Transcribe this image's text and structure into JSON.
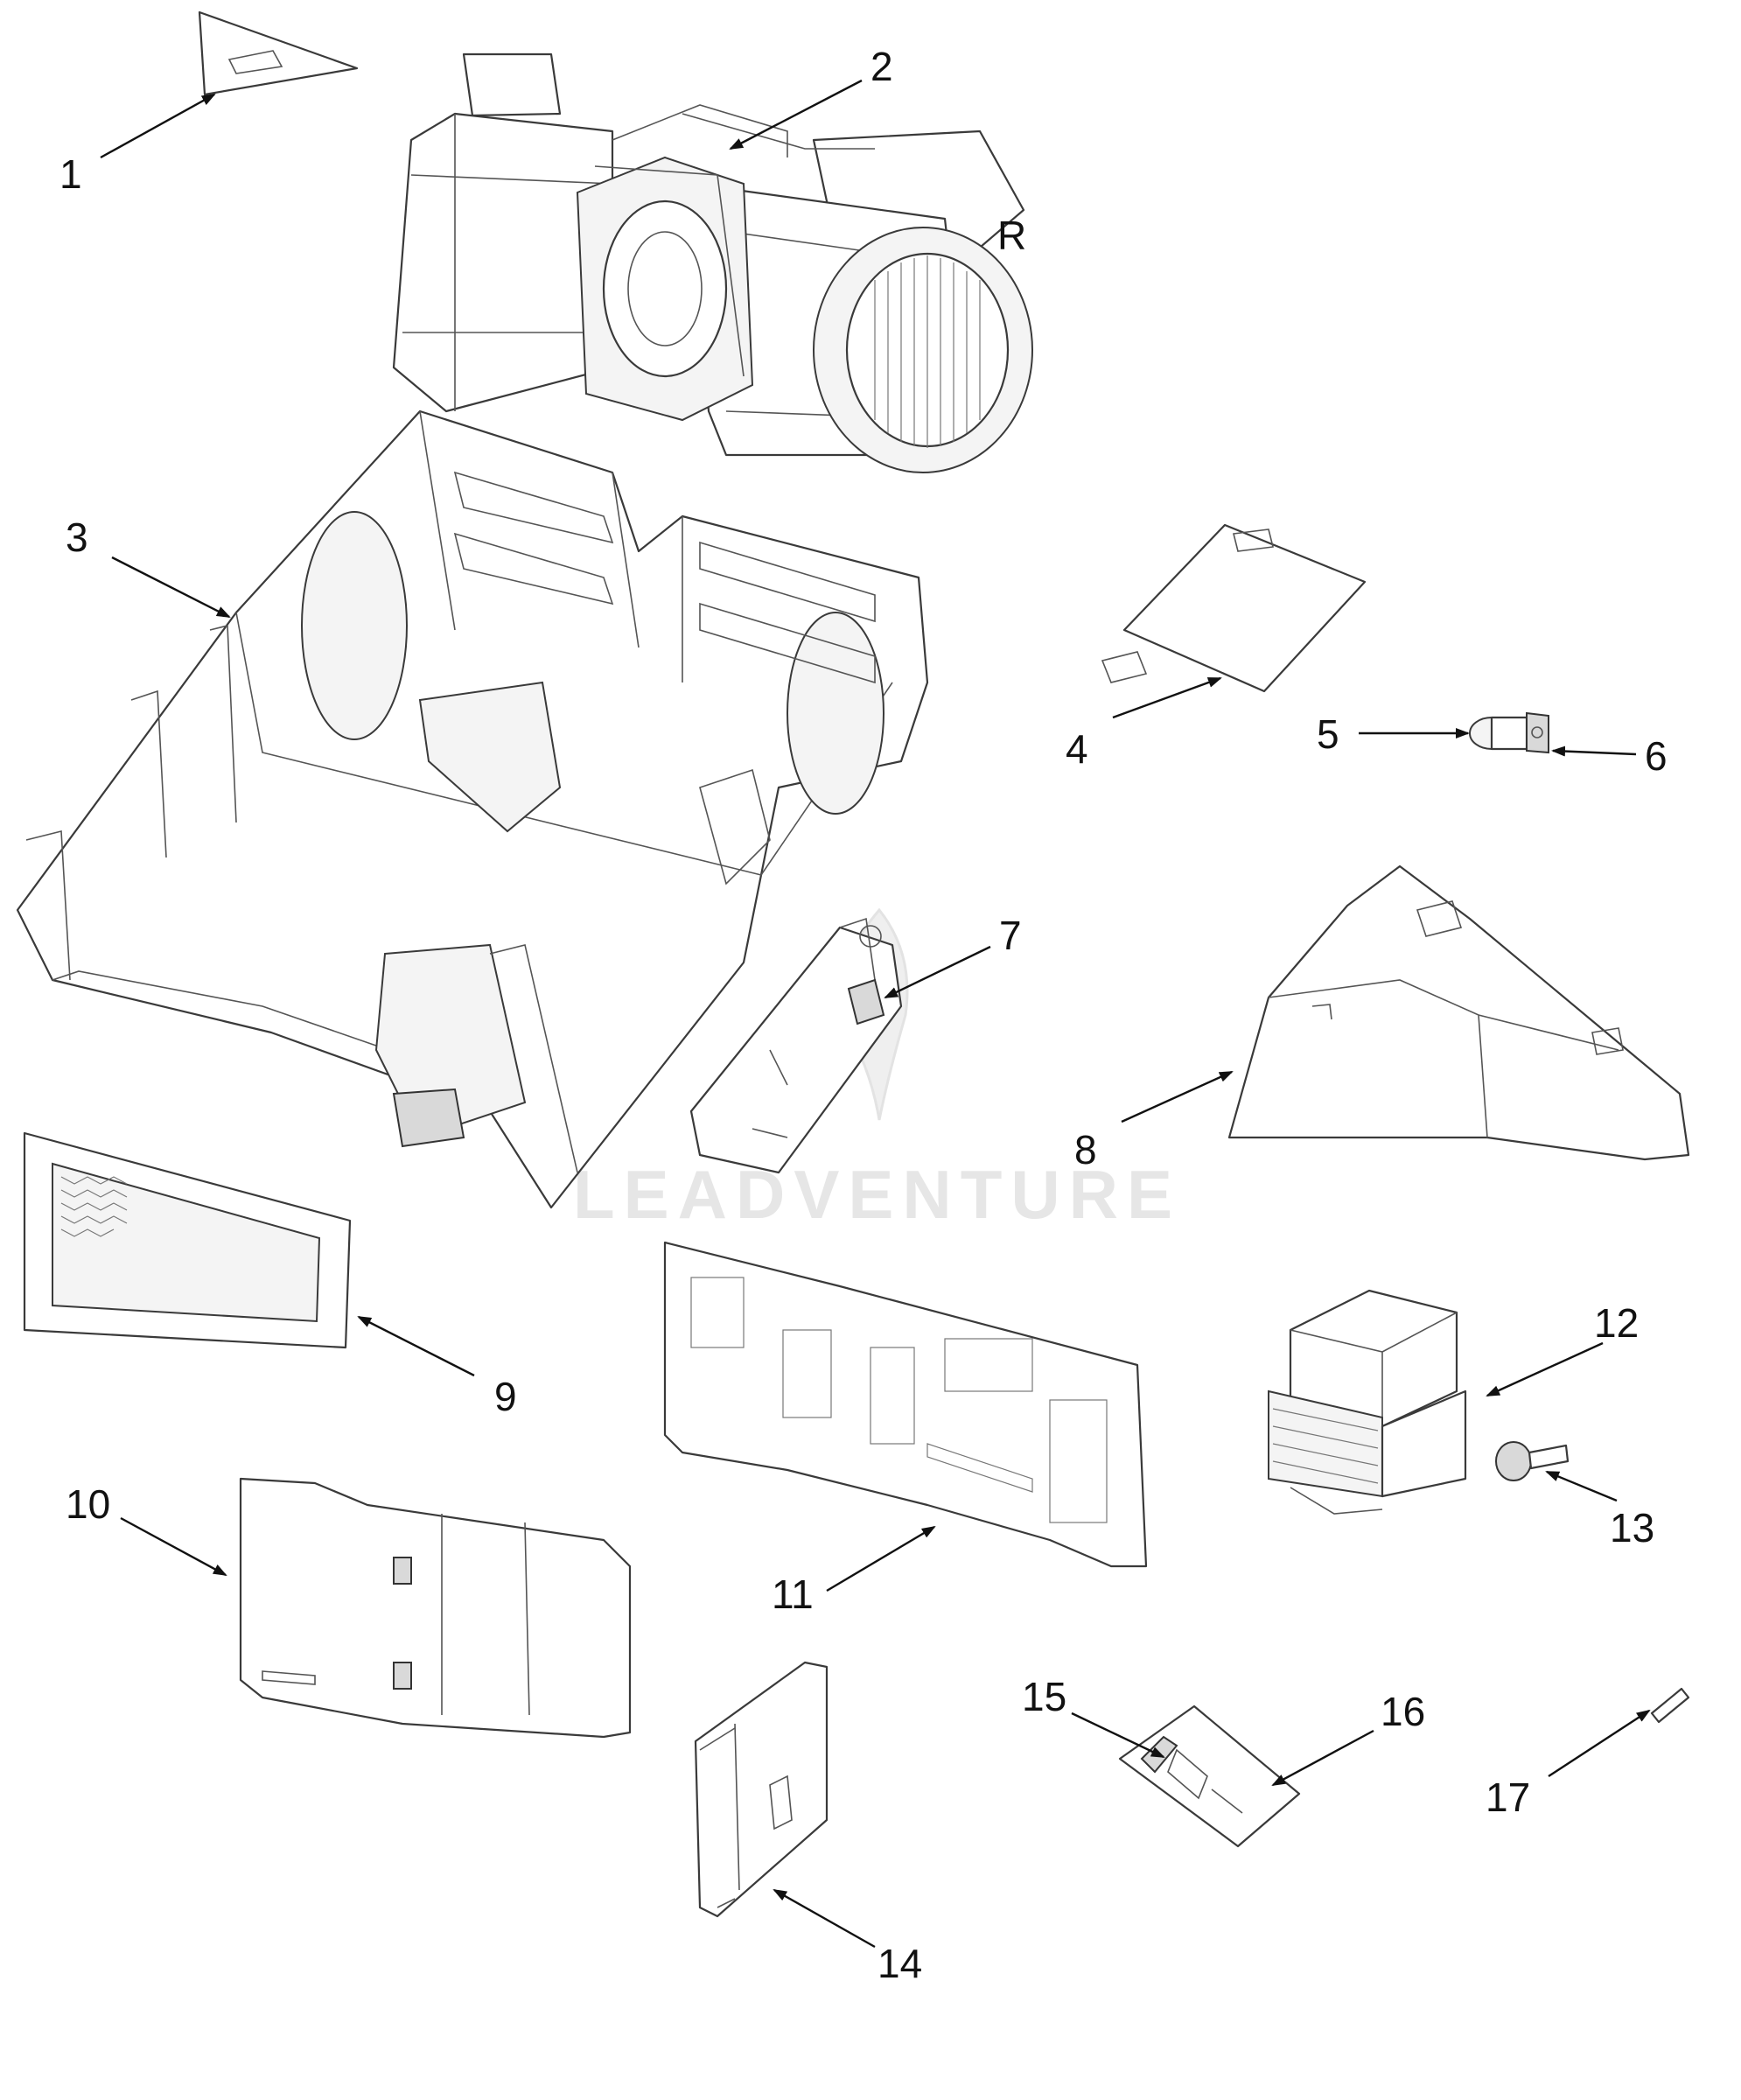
{
  "watermark": "LEADVENTURE",
  "fan_housing_letter": "R",
  "callouts": [
    "1",
    "2",
    "3",
    "4",
    "5",
    "6",
    "7",
    "8",
    "9",
    "10",
    "11",
    "12",
    "13",
    "14",
    "15",
    "16",
    "17"
  ]
}
